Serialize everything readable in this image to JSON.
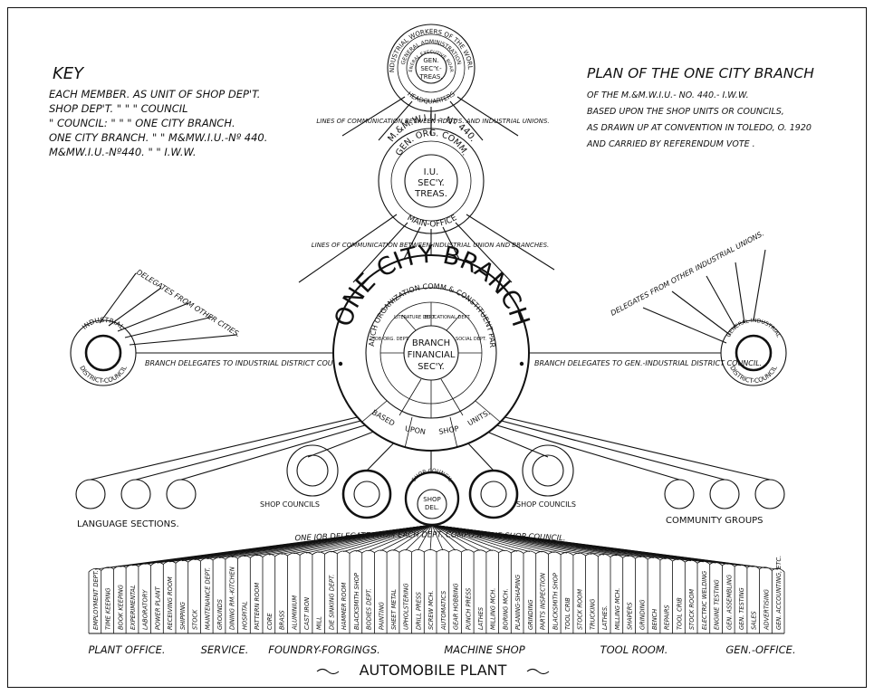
{
  "key": {
    "title": "KEY",
    "lines": [
      "EACH MEMBER. AS UNIT OF SHOP DEP'T.",
      "SHOP DEP'T.      \"      \"      \"   COUNCIL",
      "\"   COUNCIL:      \"      \"      \"   ONE CITY BRANCH.",
      "ONE CITY BRANCH.      \"      \"   M&MW.I.U.-Nº 440.",
      "M&MW.I.U.-Nº440.      \"      \"   I.W.W."
    ]
  },
  "plan": {
    "title": "PLAN OF THE ONE CITY BRANCH",
    "lines": [
      "OF THE  M.&M.W.I.U.- NO. 440.- I.W.W.",
      "BASED UPON THE SHOP UNITS OR COUNCILS,",
      "AS DRAWN UP AT CONVENTION IN TOLEDO, O. 1920",
      "AND CARRIED BY REFERENDUM VOTE ."
    ]
  },
  "headquarters": {
    "ring_text": "INDUSTRIAL WORKERS OF THE WORLD",
    "middle_text": "GENERAL ADMINISTRATION",
    "inner_text": "GENERAL EXECUTIVE BOARD",
    "bottom_text": "HEADQUARTERS",
    "center_lines": [
      "GEN.",
      "SEC'Y.-",
      "TREAS."
    ]
  },
  "hq_comm_label": "LINES OF COMMUNICATION BETWEEN HDQT'S. AND INDUSTRIAL UNIONS.",
  "main_office": {
    "top_text": "M.&M.W.I.U.- Nº 440.",
    "middle_text": "GEN. ORG. COMM.",
    "bottom_text": "MAIN-OFFICE",
    "center_lines": [
      "I.U.",
      "SEC'Y.",
      "TREAS."
    ]
  },
  "union_comm_label": "LINES OF COMMUNICATION BETWEEN INDUSTRIAL UNION AND BRANCHES.",
  "branch": {
    "title": "ONE CITY BRANCH",
    "org_text": "BRANCH ORGANIZATION COMM.& CONSTITUENT PARTS",
    "depts": [
      "JOB-ORG. DEPT.",
      "LITERATURE DEPT.",
      "EDUCATIONAL DEPT.",
      "SOCIAL DEPT."
    ],
    "center_lines": [
      "BRANCH",
      "FINANCIAL",
      "SEC'Y."
    ],
    "base_words": [
      "BASED",
      "UPON",
      "SHOP",
      "UNITS."
    ]
  },
  "left_council": {
    "top_text": "INDUSTRIAL",
    "bottom_text": "DISTRICT-COUNCIL",
    "delegates_label": "DELEGATES FROM OTHER CITIES.",
    "branch_delegates_label": "BRANCH DELEGATES TO INDUSTRIAL DISTRICT COUNCIL."
  },
  "right_council": {
    "top_text": "GENERAL-INDUSTRIAL",
    "bottom_text": "DISTRICT-COUNCIL",
    "delegates_label": "DELEGATES FROM OTHER INDUSTRIAL UNIONS.",
    "branch_delegates_label": "BRANCH DELEGATES TO GEN.-INDUSTRIAL DISTRICT COUNCIL."
  },
  "shop_councils_label": "SHOP COUNCILS",
  "shop_council_center": {
    "top_text": "SHOP COUNCIL",
    "center_lines": [
      "SHOP",
      "DEL."
    ]
  },
  "language_sections_label": "LANGUAGE SECTIONS.",
  "community_groups_label": "COMMUNITY GROUPS",
  "job_delegate_label": "ONE JOB DELEGATE FROM EACH DEPT. COMPOSE THE SHOP COUNCIL.",
  "departments": [
    "EMPLOYMENT DEPT.",
    "TIME KEEPING",
    "BOOK KEEPING",
    "EXPERIMENTAL",
    "LABORATORY",
    "POWER PLANT",
    "RECEIVING ROOM",
    "SHIPPING",
    "STOCK",
    "MAINTENANCE DEPT.",
    "GROUNDS",
    "DINING RM.-KITCHEN",
    "HOSPITAL",
    "PATTERN ROOM",
    "CORE",
    "BRASS",
    "ALUMINIUM",
    "CAST IRON",
    "MILL",
    "DIE SINKING DEPT.",
    "HAMMER ROOM",
    "BLACKSMITH SHOP",
    "BODIES DEPT.",
    "PAINTING",
    "SHEET METAL",
    "UPHOLSTERING",
    "DRILL PRESS",
    "SCREW MCH.",
    "AUTOMATICS",
    "GEAR HOBBING",
    "PUNCH PRESS",
    "LATHES",
    "MILLING MCH.",
    "BORING MCH.",
    "PLANING-SHAPING",
    "GRINDING",
    "PARTS INSPECTION",
    "BLACKSMITH SHOP",
    "TOOL CRIB",
    "STOCK ROOM",
    "TRUCKING",
    "LATHES.",
    "MILLING MCH.",
    "SHAPERS",
    "GRINDING",
    "BENCH",
    "REPAIRS",
    "TOOL CRIB",
    "STOCK ROOM",
    "ELECTRIC WELDING",
    "ENGINE TESTING",
    "GEN. ASSEMBLING",
    "GEN. TESTING",
    "SALES",
    "ADVERTISING",
    "GEN. ACCOUNTING, ETC."
  ],
  "dept_groups": [
    {
      "label": "PLANT OFFICE."
    },
    {
      "label": "SERVICE."
    },
    {
      "label": "FOUNDRY-FORGINGS."
    },
    {
      "label": "MACHINE SHOP"
    },
    {
      "label": "TOOL ROOM."
    },
    {
      "label": "GEN.-OFFICE."
    }
  ],
  "footer": "AUTOMOBILE PLANT"
}
